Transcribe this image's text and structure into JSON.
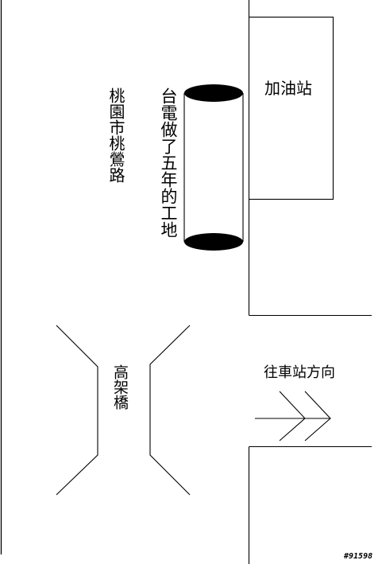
{
  "labels": {
    "road_name": "桃園市桃鶯路",
    "construction_site": "台電做了五年的工地",
    "overpass": "高架橋",
    "gas_station": "加油站",
    "direction": "往車站方向"
  },
  "watermark": "#91598",
  "colors": {
    "line": "#000000",
    "background": "#ffffff",
    "cylinder_cap": "#000000"
  }
}
